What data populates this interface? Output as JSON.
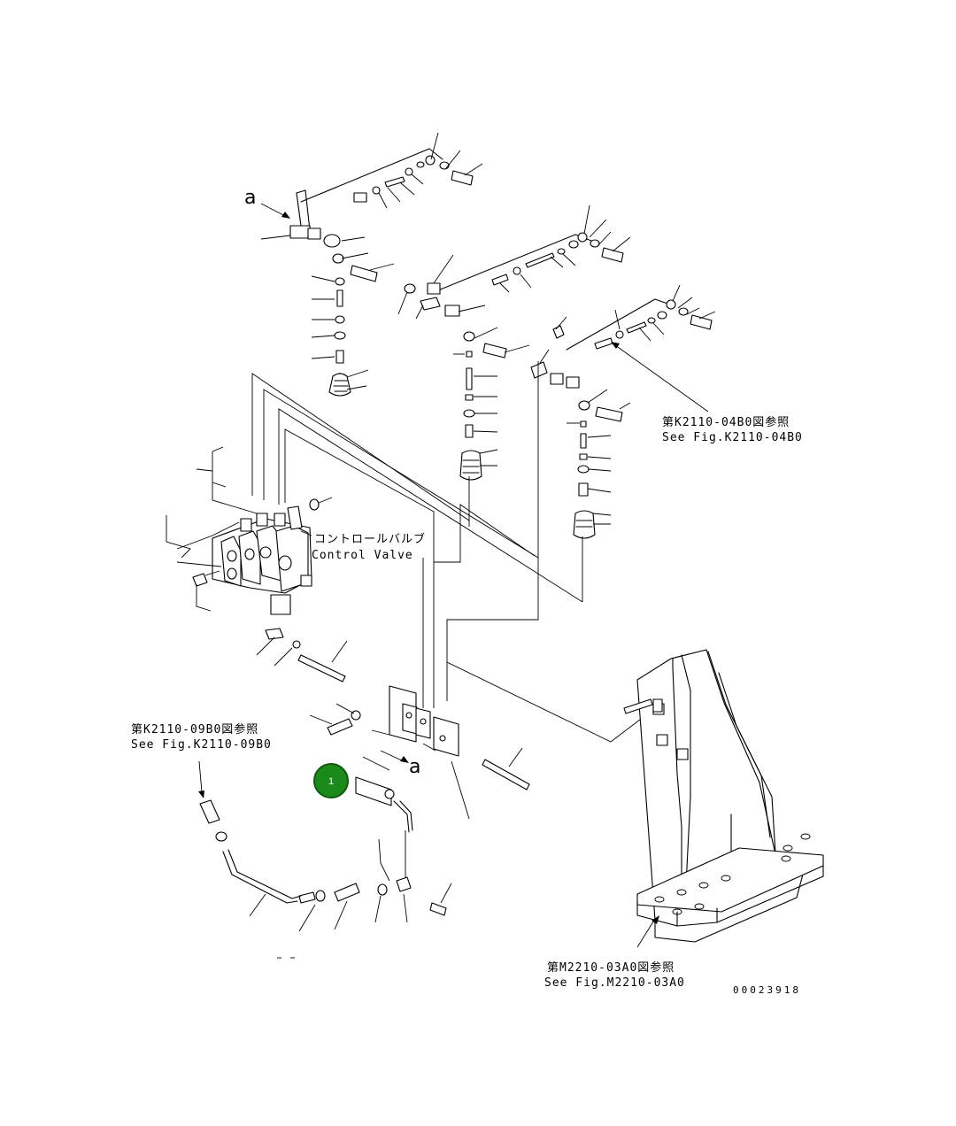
{
  "labels": {
    "control_valve_jp": "コントロールバルブ",
    "control_valve_en": "Control Valve",
    "ref_k2110_04b0_jp": "第K2110-04B0図参照",
    "ref_k2110_04b0_en": "See Fig.K2110-04B0",
    "ref_k2110_09b0_jp": "第K2110-09B0図参照",
    "ref_k2110_09b0_en": "See Fig.K2110-09B0",
    "ref_m2210_03a0_jp": "第M2210-03A0図参照",
    "ref_m2210_03a0_en": "See Fig.M2210-03A0",
    "view_a_top": "a",
    "view_a_mid": "a",
    "drawing_no": "00023918"
  },
  "callouts": [
    {
      "number": "1",
      "color": "#1a8a1a"
    }
  ]
}
